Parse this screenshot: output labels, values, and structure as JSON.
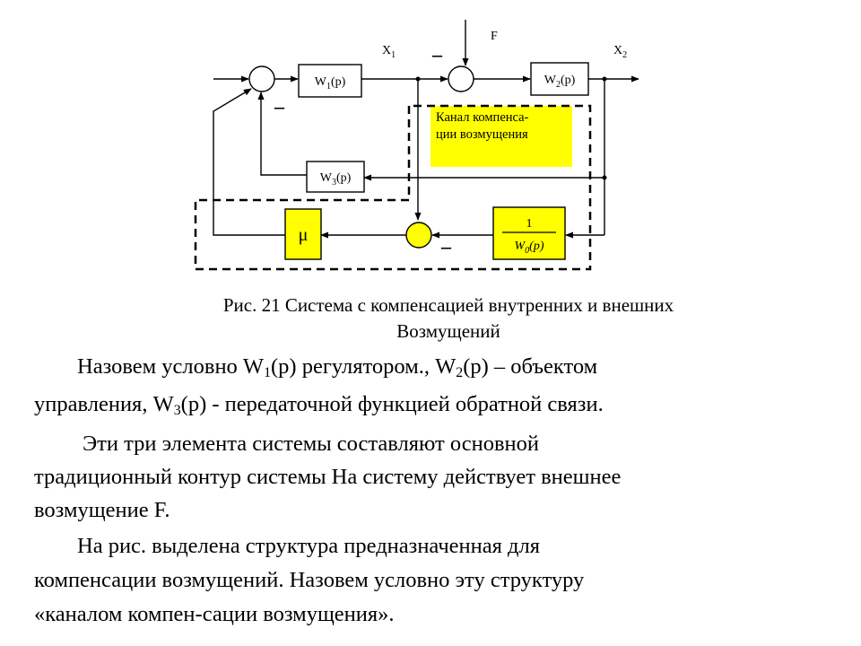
{
  "diagram": {
    "signal_x1": "X",
    "signal_x1_sub": "1",
    "signal_x2": "X",
    "signal_x2_sub": "2",
    "signal_f": "F",
    "block_w1_base": "W",
    "block_w1_sub": "1",
    "block_w1_arg": "(p)",
    "block_w2_base": "W",
    "block_w2_sub": "2",
    "block_w2_arg": "(p)",
    "block_w3_base": "W",
    "block_w3_sub": "3",
    "block_w3_arg": "(p)",
    "block_mu": "μ",
    "block_inv_num": "1",
    "block_inv_den_base": "W",
    "block_inv_den_sub": "0",
    "block_inv_den_arg": "(p)",
    "minus_sign": "–",
    "channel_label_line1": "Канал компенса-",
    "channel_label_line2": "ции возмущения",
    "highlight_color": "#ffff00",
    "dashed_border_color": "#000000"
  },
  "caption": {
    "line1": "Рис. 21 Система с компенсацией внутренних и внешних",
    "line2": "Возмущений"
  },
  "paragraphs": {
    "p1_a": "Назовем условно W",
    "p1_sub1": "1",
    "p1_b": "(p) регулятором.,  W",
    "p1_sub2": "2",
    "p1_c": "(p) – объектом",
    "p1_d": "управления,  W",
    "p1_sub3": "3",
    "p1_e": "(p) - передаточной функцией обратной связи.",
    "p2_line1": "Эти три элемента системы составляют основной",
    "p2_line2": "традиционный контур системы На систему действует внешнее",
    "p2_line3": "возмущение F.",
    "p3_line1": "На рис. выделена структура предназначенная для",
    "p3_line2": "компенсации возмущений. Назовем условно эту структуру",
    "p3_line3": "«каналом компен-сации возмущения»."
  }
}
